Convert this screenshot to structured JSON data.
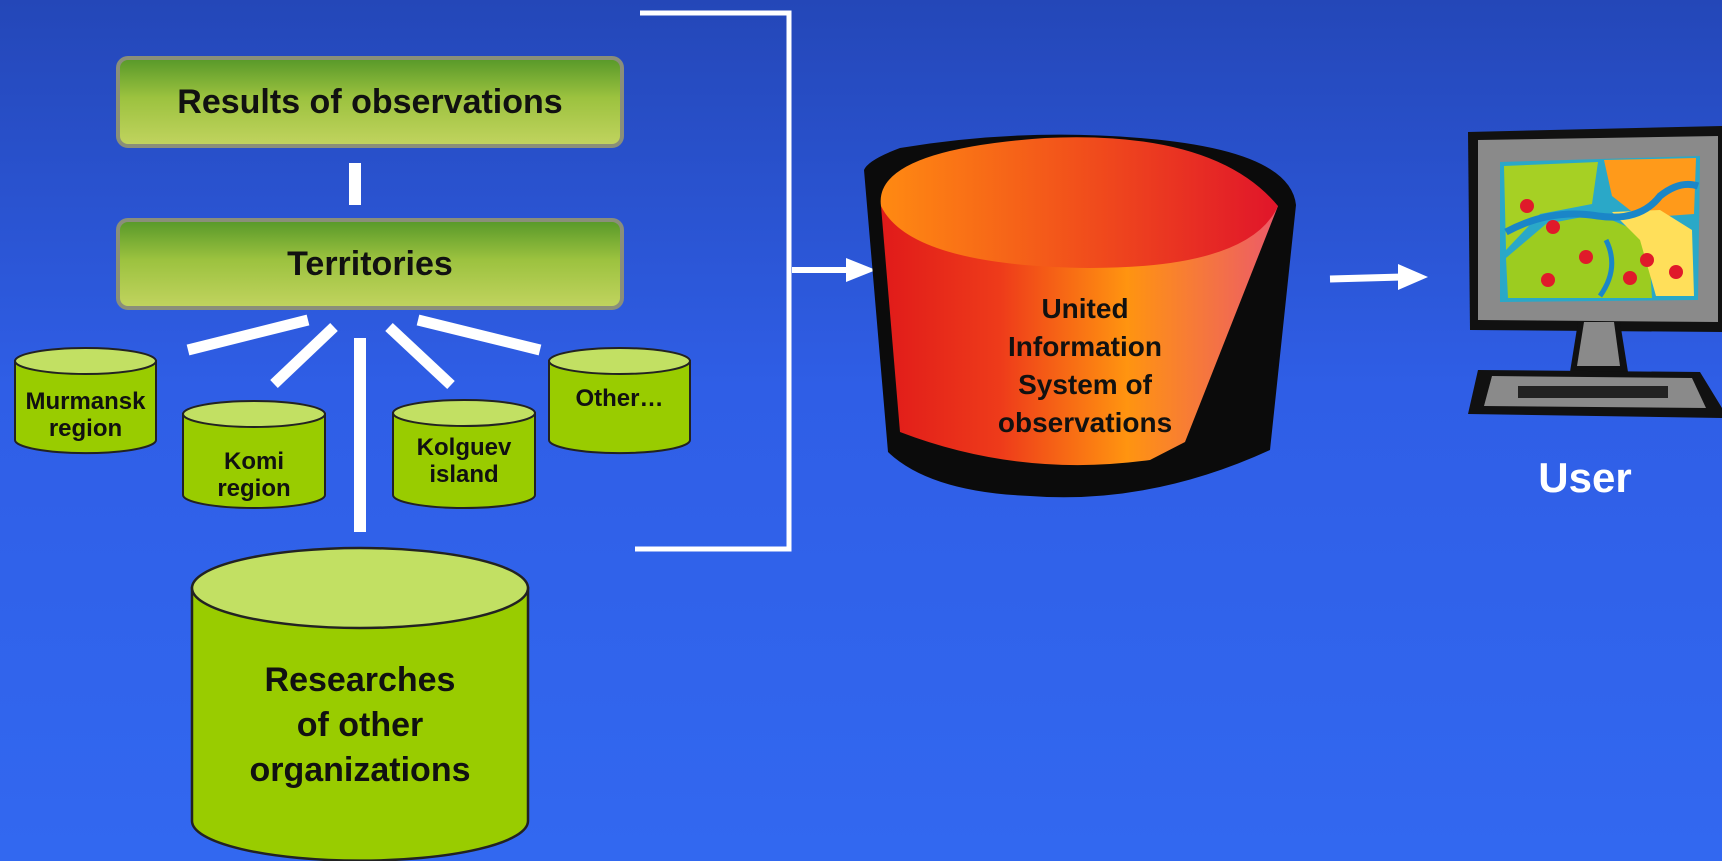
{
  "diagram": {
    "sources": {
      "results": "Results of observations",
      "territories": "Territories",
      "murmansk": "Murmansk\nregion",
      "komi": "Komi\nregion",
      "kolguev": "Kolguev\nisland",
      "other": "Other…",
      "researches": "Researches\nof other\norganizations"
    },
    "system": "United\nInformation\nSystem of\nobservations",
    "user": "User"
  },
  "colors": {
    "background": "#2f5ee6",
    "box_green": "#9cc23f",
    "cylinder_green": "#9ccc00",
    "cylinder_top": "#c2e063",
    "system_red": "#e8201e",
    "system_orange": "#ff8c0a",
    "connector": "#ffffff"
  },
  "icons": [
    "monitor-map-icon"
  ]
}
